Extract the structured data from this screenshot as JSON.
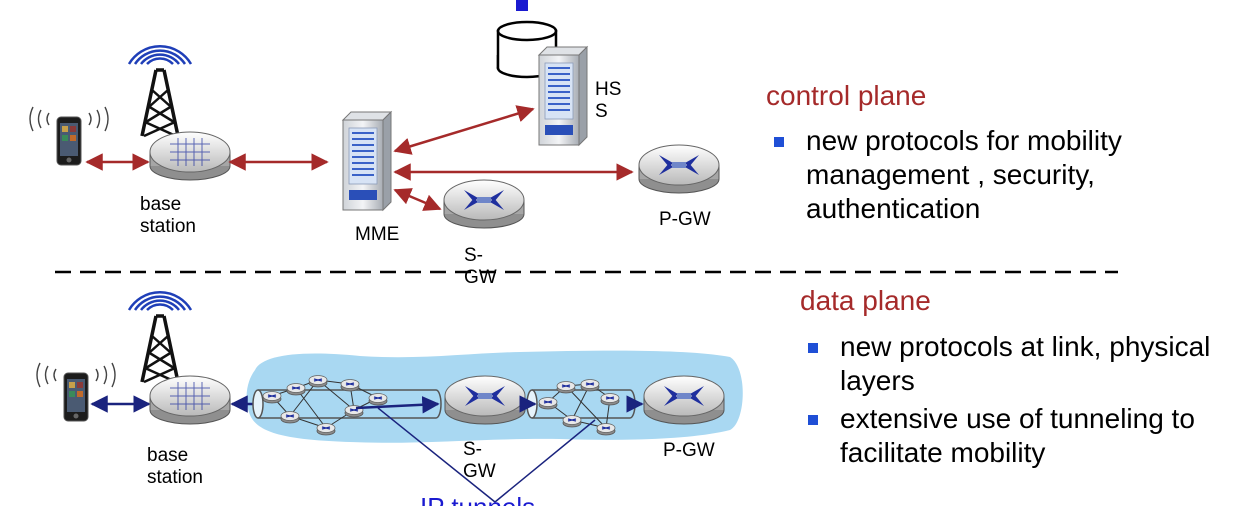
{
  "colors": {
    "control_arrow": "#a52a2a",
    "data_arrow": "#1a237e",
    "heading": "#a52a2a",
    "bullet": "#1f4fd6",
    "tunnel_region": "#a9d8f2",
    "router_cross": "#1f2f9e"
  },
  "icons": [
    "smartphone-icon",
    "cell-tower-icon",
    "router-icon",
    "server-icon",
    "database-icon",
    "network-cloud-icon"
  ],
  "control": {
    "heading": "control plane",
    "labels": {
      "base_station": "base\nstation",
      "mme": "MME",
      "hss": "HS\nS",
      "sgw": "S-\nGW",
      "pgw": "P-GW"
    },
    "bullets": [
      "new protocols for mobility management , security, authentication"
    ]
  },
  "data": {
    "heading": "data plane",
    "labels": {
      "base_station": "base\nstation",
      "sgw": "S-\nGW",
      "pgw": "P-GW",
      "tunnel_cutoff": "IP tunnels"
    },
    "bullets": [
      "new protocols at link, physical layers",
      "extensive use of tunneling to facilitate mobility"
    ]
  }
}
